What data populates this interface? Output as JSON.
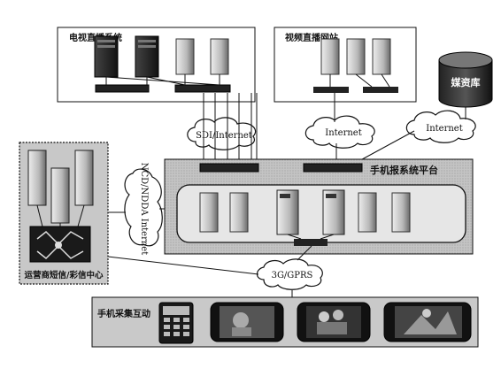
{
  "labels": {
    "tv_system": "电视直播系统",
    "video_site": "视频直播网站",
    "media_db": "媒资库",
    "platform": "手机报系统平台",
    "operator": "运营商短信/彩信中心",
    "mobile": "手机采集互动"
  },
  "clouds": {
    "sdi_internet": "SDI/Internet",
    "internet_1": "Internet",
    "internet_2": "Internet",
    "ncd": "NCD/NDDA Internet",
    "g3": "3G/GPRS"
  },
  "colors": {
    "panel_bg": "#d4d4d4",
    "inner_bg": "#e6e6e6",
    "operator_bg": "#c8c8c8",
    "line": "#1a1a1a"
  }
}
